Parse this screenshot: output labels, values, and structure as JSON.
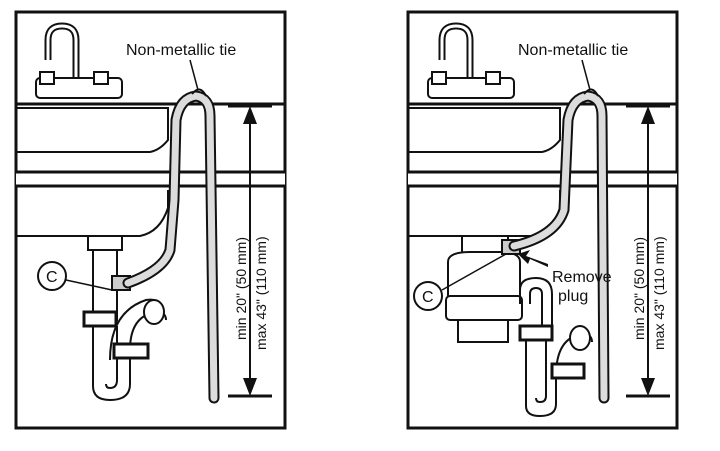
{
  "left_panel": {
    "tie_label": "Non-metallic tie",
    "callout_letter": "C",
    "dimension_min": "min 20\" (50 mm)",
    "dimension_max": "max 43\" (110 mm)"
  },
  "right_panel": {
    "tie_label": "Non-metallic tie",
    "callout_letter": "C",
    "remove_plug_line1": "Remove",
    "remove_plug_line2": "plug",
    "dimension_min": "min 20\" (50 mm)",
    "dimension_max": "max 43\" (110 mm)"
  },
  "colors": {
    "frame": "#111111",
    "hose_fill": "#dcdcdc",
    "pipe_fill": "#ffffff",
    "line": "#111111"
  }
}
